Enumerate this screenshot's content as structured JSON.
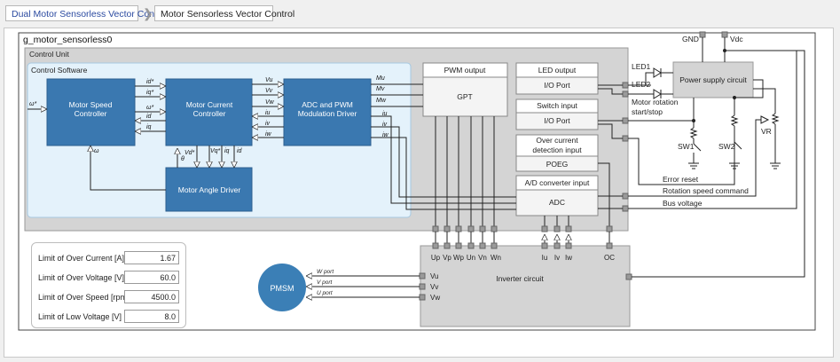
{
  "breadcrumb": {
    "parent_label": "Dual Motor Sensorless Vector Control",
    "current_label": "Motor Sensorless Vector Control"
  },
  "diagram": {
    "title": "g_motor_sensorless0",
    "control_unit": "Control Unit",
    "control_software": "Control Software",
    "blocks": {
      "speed_ctrl": [
        "Motor Speed",
        "Controller"
      ],
      "current_ctrl": [
        "Motor Current",
        "Controller"
      ],
      "adc_pwm": [
        "ADC and PWM",
        "Modulation Driver"
      ],
      "angle_driver": "Motor Angle Driver",
      "pwm_output": "PWM output",
      "gpt": "GPT",
      "led_output": "LED output",
      "led_io": "I/O Port",
      "switch_input": "Switch input",
      "switch_io": "I/O Port",
      "over_current": [
        "Over current",
        "detection input"
      ],
      "poeg": "POEG",
      "ad_input": "A/D converter input",
      "adc": "ADC",
      "power_supply": "Power supply circuit",
      "inverter": "Inverter circuit",
      "pmsm": "PMSM"
    },
    "signals": {
      "omega_ref": "ω*",
      "id_ref": "id*",
      "iq_ref": "iq*",
      "omega_ref2": "ω*",
      "id": "id",
      "iq": "iq",
      "omega": "ω",
      "theta": "θ",
      "vd_ref": "Vd*",
      "vq_ref": "Vq*",
      "iq_b": "iq",
      "id_b": "id",
      "vu": "Vu",
      "vv": "Vv",
      "vw": "Vw",
      "iu": "iu",
      "iv": "iv",
      "iw": "iw",
      "mu": "Mu",
      "mv": "Mv",
      "mw": "Mw"
    },
    "pins": {
      "pwm": [
        "Up",
        "Vp",
        "Wp",
        "Un",
        "Vn",
        "Wn"
      ],
      "current": [
        "Iu",
        "Iv",
        "Iw"
      ],
      "oc": "OC",
      "inverter_out": [
        "Vu",
        "Vv",
        "Vw"
      ],
      "motor_ports": [
        "W port",
        "V port",
        "U port"
      ]
    },
    "external": {
      "gnd": "GND",
      "vdc": "Vdc",
      "led1": "LED1",
      "led2": "LED2",
      "motor_rotation": [
        "Motor rotation",
        "start/stop"
      ],
      "sw1": "SW1",
      "sw2": "SW2",
      "vr": "VR",
      "error_reset": "Error reset",
      "rotation_speed": "Rotation speed command",
      "bus_voltage": "Bus voltage"
    }
  },
  "limits": [
    {
      "label": "Limit of Over Current [A]",
      "value": "1.67"
    },
    {
      "label": "Limit of Over Voltage [V]",
      "value": "60.0"
    },
    {
      "label": "Limit of Over Speed [rpm]",
      "value": "4500.0"
    },
    {
      "label": "Limit of Low Voltage [V]",
      "value": "8.0"
    }
  ],
  "colors": {
    "block_blue": "#3a78b0",
    "soft_blue": "#e4f2fb",
    "unit_gray": "#d4d4d4",
    "pmsm_blue": "#3b7fb6"
  }
}
